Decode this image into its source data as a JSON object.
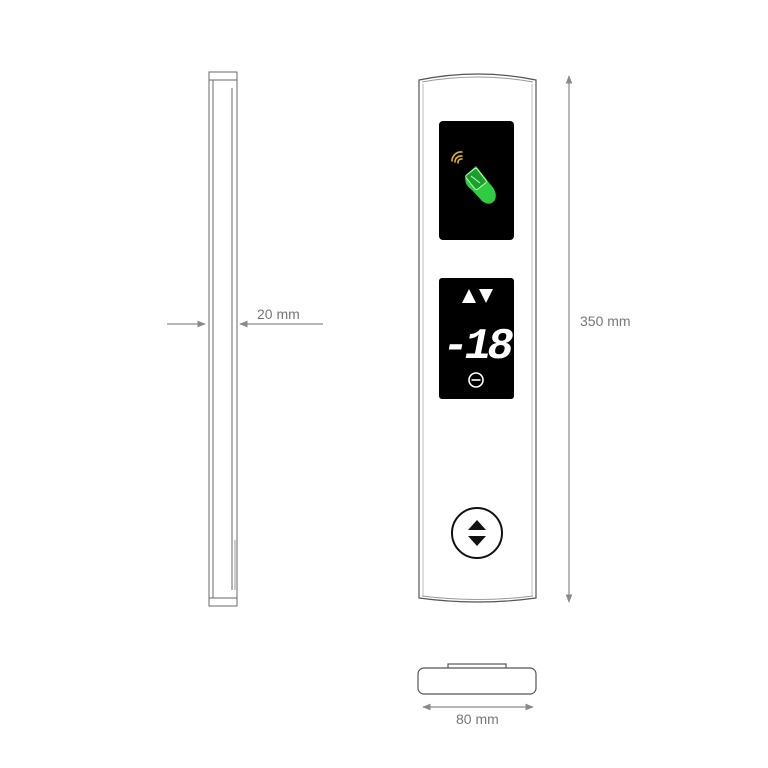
{
  "dimensions": {
    "thickness": "20 mm",
    "height": "350 mm",
    "width": "80 mm"
  },
  "display": {
    "floor_number": "-18",
    "direction_indicators": [
      "up-arrow",
      "down-arrow"
    ],
    "status_symbol": "circle-minus-icon"
  },
  "card_reader": {
    "icon": "rfid-card-hand-icon"
  },
  "hall_button": {
    "icon": "up-down-arrows-icon"
  },
  "colors": {
    "line": "#8a8a8a",
    "panel_outline": "#555555",
    "screen_bg": "#000000",
    "display_white": "#ffffff",
    "nfc_waves": "#e0b020",
    "card_green": "#2ecc40",
    "dimension_text": "#777777"
  }
}
